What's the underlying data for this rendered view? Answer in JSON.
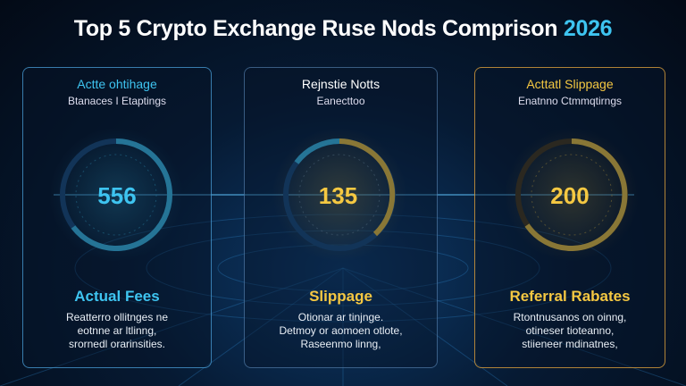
{
  "title": {
    "main": "Top 5 Crypto Exchange Ruse Nods Comprison",
    "year": "2026"
  },
  "colors": {
    "accent_blue": "#3ec4f0",
    "accent_gold": "#f5c842"
  },
  "panels": [
    {
      "heading": "Actte ohtihage",
      "subheading": "Btanaces I Etaptings",
      "value": "556",
      "footer_title": "Actual Fees",
      "footer_lines": [
        "Reatterro ollitnges ne",
        "eotnne ar ltlinng,",
        "srornedl orarinsities."
      ]
    },
    {
      "heading": "Rejnstie Notts",
      "subheading": "Eanecttoo",
      "value": "135",
      "footer_title": "Slippage",
      "footer_lines": [
        "Otionar ar tinjnge.",
        "Detmoy or aomoen otlote,",
        "Raseenmo linng,"
      ]
    },
    {
      "heading": "Acttatl Slippage",
      "subheading": "Enatnno Ctmmqtirngs",
      "value": "200",
      "footer_title": "Referral Rabates",
      "footer_lines": [
        "Rtontnusanos on oinng,",
        "otineser tioteanno,",
        "stiieneer mdinatnes,"
      ]
    }
  ]
}
